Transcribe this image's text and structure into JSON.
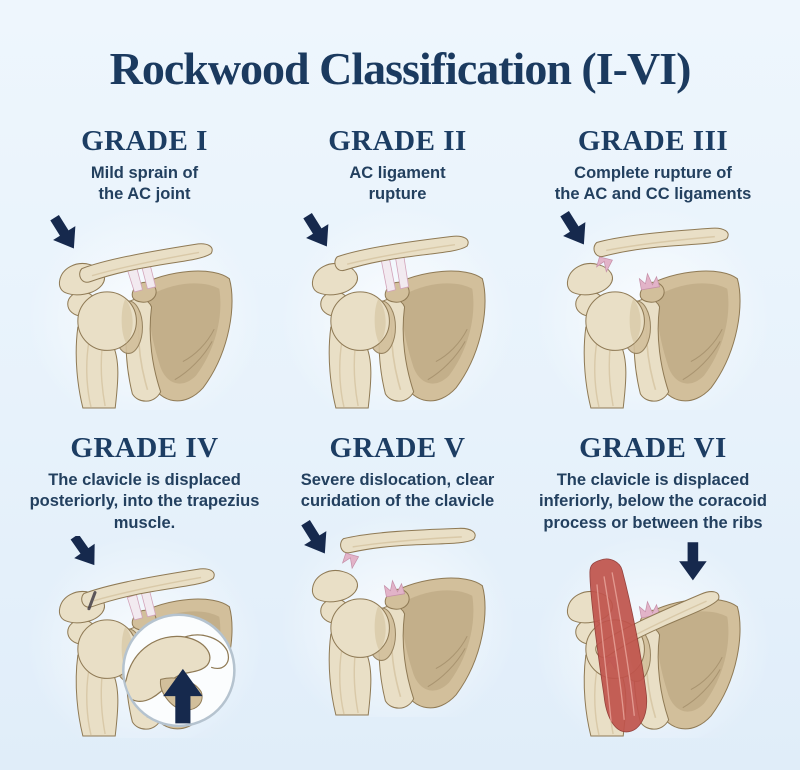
{
  "title": "Rockwood Classification (I-VI)",
  "colors": {
    "background": "#e8f2fb",
    "title": "#1b3a5f",
    "heading": "#1c3d63",
    "description": "#23405f",
    "arrow": "#16294d",
    "bone_light": "#e9dfc6",
    "bone_mid": "#d2bf9b",
    "bone_dark": "#b29c75",
    "bone_outline": "#8f7a55",
    "ligament": "#f2eaf0",
    "ligament_pink": "#e2b3c8",
    "muscle_red": "#c0544c",
    "inset_background": "#fbfdfe",
    "inset_border": "#b5c3cf"
  },
  "grades": [
    {
      "heading": "GRADE I",
      "description": "Mild sprain of\nthe AC joint",
      "variant": "intact",
      "arrow_direction": "down-right"
    },
    {
      "heading": "GRADE II",
      "description": "AC ligament\nrupture",
      "variant": "gap",
      "arrow_direction": "down-right"
    },
    {
      "heading": "GRADE III",
      "description": "Complete rupture of\nthe AC and CC ligaments",
      "variant": "detached",
      "arrow_direction": "down-right"
    },
    {
      "heading": "GRADE IV",
      "description": "The clavicle is displaced\nposteriorly, into the trapezius\nmuscle.",
      "variant": "posterior_inset",
      "arrow_direction": "down-right"
    },
    {
      "heading": "GRADE V",
      "description": "Severe dislocation, clear\ncuridation of the clavicle",
      "variant": "elevated",
      "arrow_direction": "down-right"
    },
    {
      "heading": "GRADE VI",
      "description": "The clavicle is displaced\ninferiorly, below the coracoid\nprocess or between the ribs",
      "variant": "inferior",
      "arrow_direction": "down"
    }
  ]
}
